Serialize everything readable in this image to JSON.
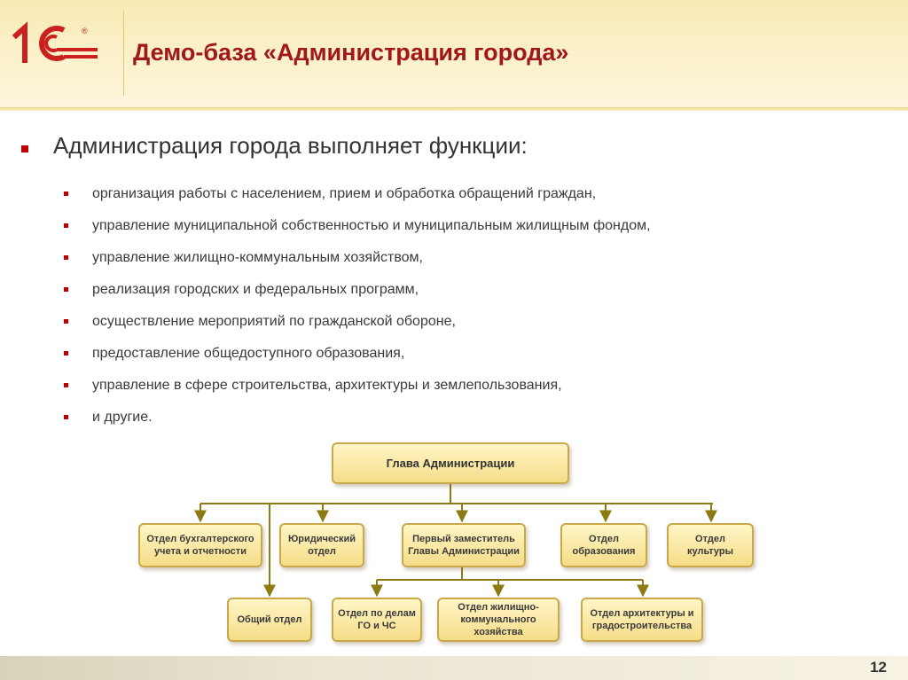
{
  "header": {
    "logo_text": "1С",
    "logo_mark": "®",
    "title": "Демо-база «Администрация города»"
  },
  "content": {
    "heading": "Администрация города выполняет функции:",
    "items": [
      "организация работы с населением, прием и обработка обращений граждан,",
      "управление муниципальной собственностью и муниципальным жилищным фондом,",
      "управление жилищно-коммунальным хозяйством,",
      "реализация городских и федеральных программ,",
      "осуществление мероприятий по гражданской обороне,",
      "предоставление общедоступного образования,",
      "управление в сфере строительства, архитектуры и землепользования,",
      "и другие."
    ]
  },
  "org_chart": {
    "head": "Глава Администрации",
    "accountancy": "Отдел бухгалтерского учета и отчетности",
    "legal": "Юридический отдел",
    "first_deputy": "Первый заместитель Главы Администрации",
    "education": "Отдел образования",
    "culture": "Отдел культуры",
    "general": "Общий отдел",
    "civil_defense": "Отдел по делам ГО и ЧС",
    "housing": "Отдел жилищно-коммунального хозяйства",
    "architecture": "Отдел архитектуры и градостроительства"
  },
  "colors": {
    "title": "#a01818",
    "bullet": "#c00000",
    "connector": "#8c7a12",
    "box_border": "#c9a84a"
  },
  "footer": {
    "page_number": "12"
  }
}
